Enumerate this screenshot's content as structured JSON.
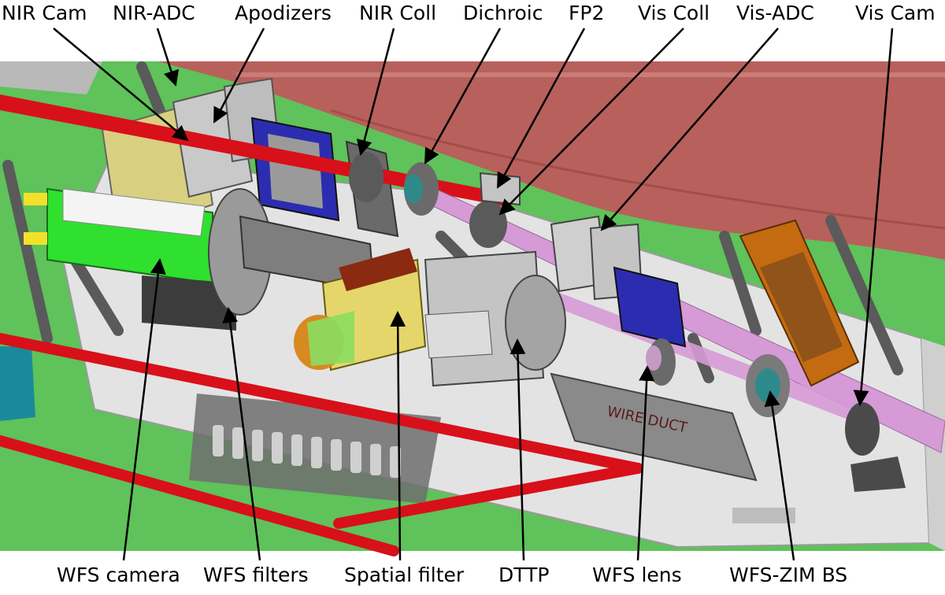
{
  "labels_top": [
    "NIR Cam",
    "NIR-ADC",
    "Apodizers",
    "NIR Coll",
    "Dichroic",
    "FP2",
    "Vis Coll",
    "Vis-ADC",
    "Vis Cam"
  ],
  "labels_bottom": [
    "WFS camera",
    "WFS filters",
    "Spatial filter",
    "DTTP",
    "WFS lens",
    "WFS-ZIM BS"
  ],
  "duct_text": "WIRE DUCT",
  "colors": {
    "table": "#e3e3e3",
    "floor": "#5fc25a",
    "tank": "#b8605c",
    "nir_beam": "#d8101a",
    "vis_beam": "#d69ad6",
    "truss": "#d8101a",
    "frame": "#2c2cb0",
    "arrow": "#000000"
  }
}
